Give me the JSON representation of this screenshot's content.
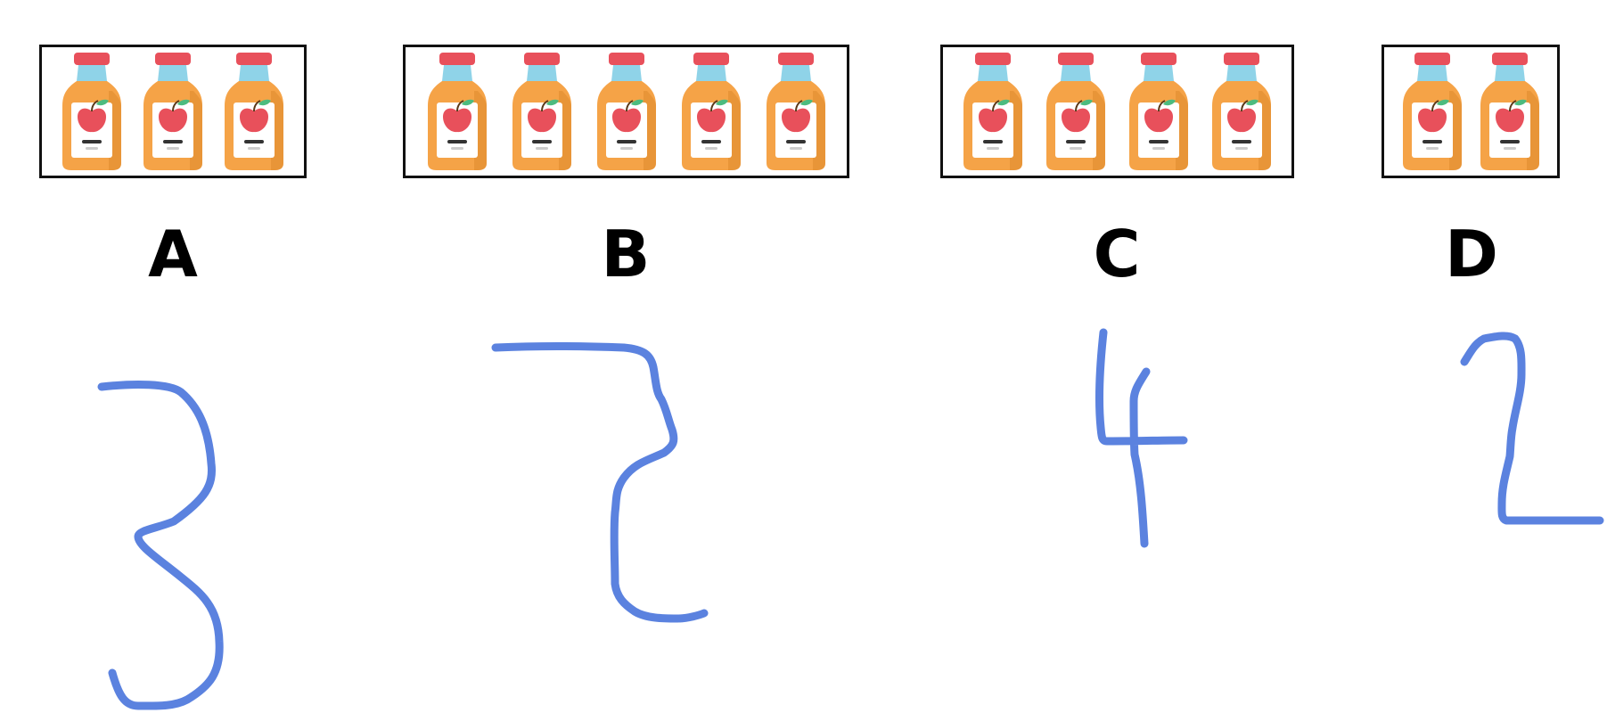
{
  "groups": [
    {
      "letter": "A",
      "bottle_count": 3,
      "written_answer": "3"
    },
    {
      "letter": "B",
      "bottle_count": 5,
      "written_answer": "7"
    },
    {
      "letter": "C",
      "bottle_count": 4,
      "written_answer": "4"
    },
    {
      "letter": "D",
      "bottle_count": 2,
      "written_answer": "2"
    }
  ],
  "colors": {
    "cap": "#e8505b",
    "neck": "#8fd3e8",
    "body": "#f5a347",
    "body_shade": "#e08c2e",
    "label": "#ffffff",
    "apple": "#e8505b",
    "leaf": "#4cbb7f",
    "ink": "#5b82df",
    "frame": "#111111"
  },
  "icons": {
    "bottle": "apple-juice-bottle-icon"
  }
}
